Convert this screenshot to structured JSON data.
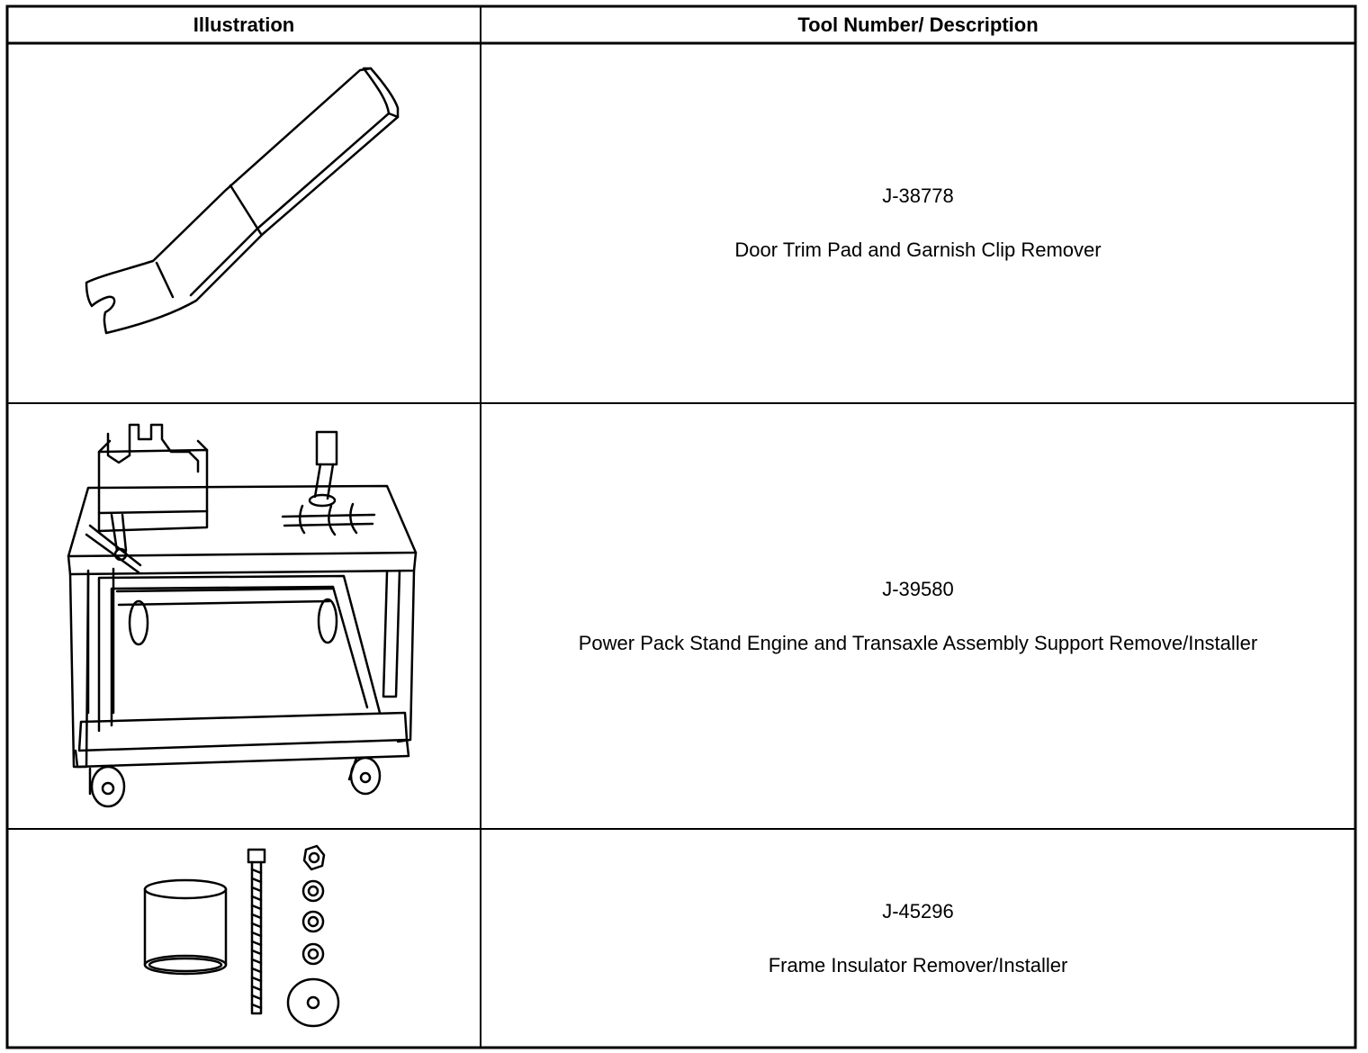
{
  "table": {
    "headers": {
      "illustration": "Illustration",
      "description": "Tool Number/ Description"
    },
    "rows": [
      {
        "tool_number": "J-38778",
        "description": "Door Trim Pad and Garnish Clip Remover",
        "illustration_icon": "pry-tool-icon"
      },
      {
        "tool_number": "J-39580",
        "description": "Power Pack Stand Engine and Transaxle Assembly Support Remove/Installer",
        "illustration_icon": "engine-stand-icon"
      },
      {
        "tool_number": "J-45296",
        "description": "Frame Insulator Remover/Installer",
        "illustration_icon": "insulator-tool-kit-icon"
      }
    ]
  }
}
